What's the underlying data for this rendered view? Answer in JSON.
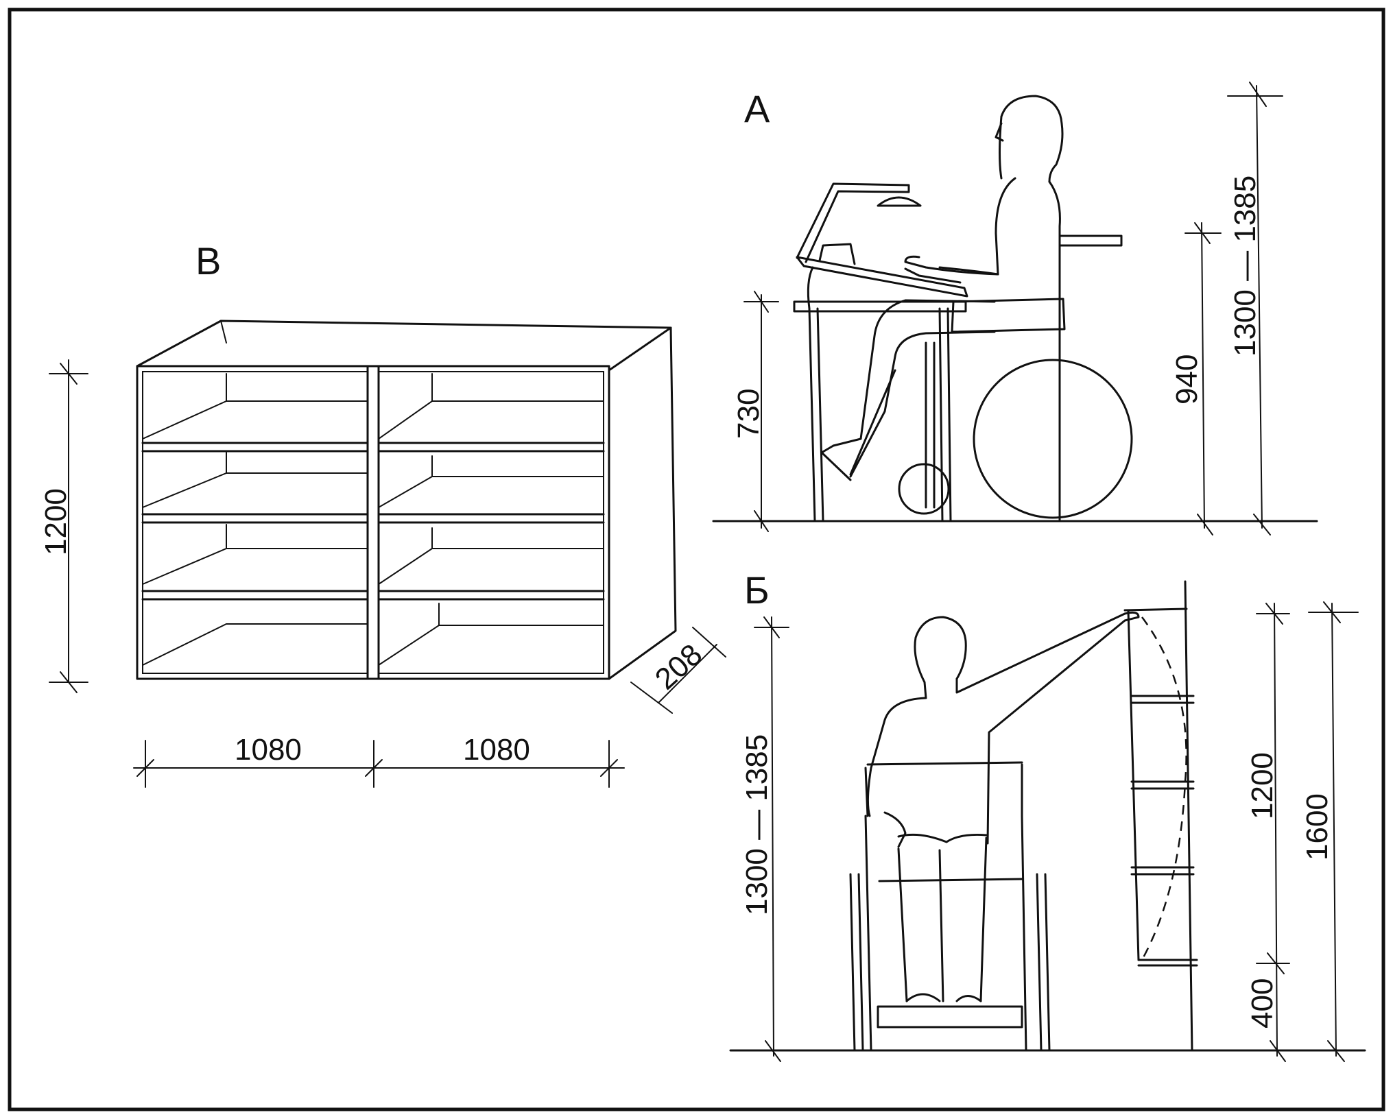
{
  "labels": {
    "view_a": "А",
    "view_b": "Б",
    "view_v": "В"
  },
  "dimensions": {
    "a_table_height": "730",
    "a_reach_height": "940",
    "a_total_height": "1300 — 1385",
    "b_reach_height": "1300 — 1385",
    "b_shelf_span": "1200",
    "b_upper_limit": "1600",
    "b_lower_limit": "400",
    "v_cabinet_height": "1200",
    "v_cabinet_depth": "208",
    "v_section_width_left": "1080",
    "v_section_width_right": "1080"
  }
}
